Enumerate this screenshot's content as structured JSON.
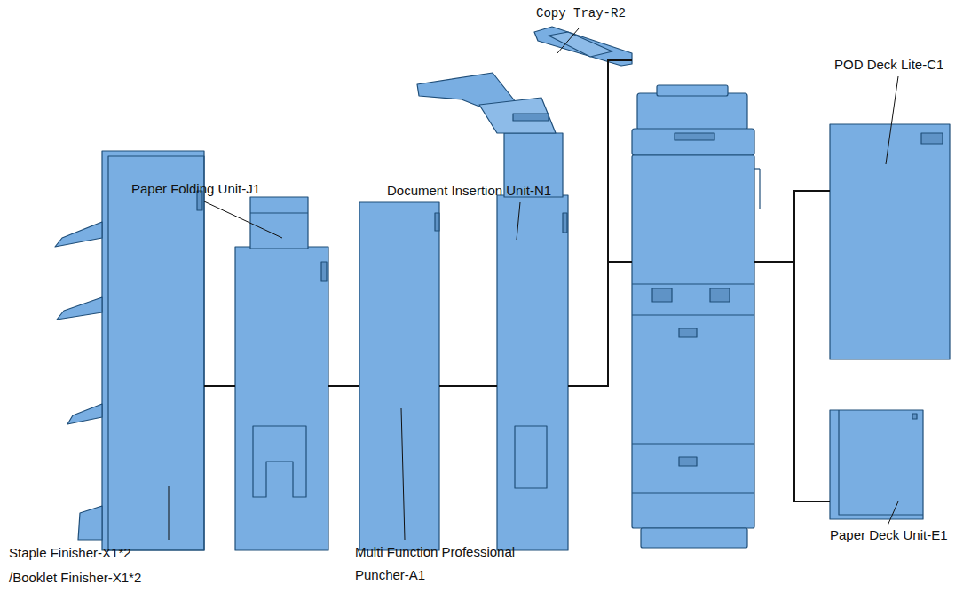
{
  "diagram": {
    "labels": [
      "Copy Tray-R2",
      "POD Deck Lite-C1",
      "Paper Folding Unit-J1",
      "Document Insertion Unit-N1",
      "Paper Deck Unit-E1",
      "Staple Finisher-X1*2",
      "/Booklet Finisher-X1*2",
      "Multi Function Professional Puncher-A1"
    ]
  }
}
